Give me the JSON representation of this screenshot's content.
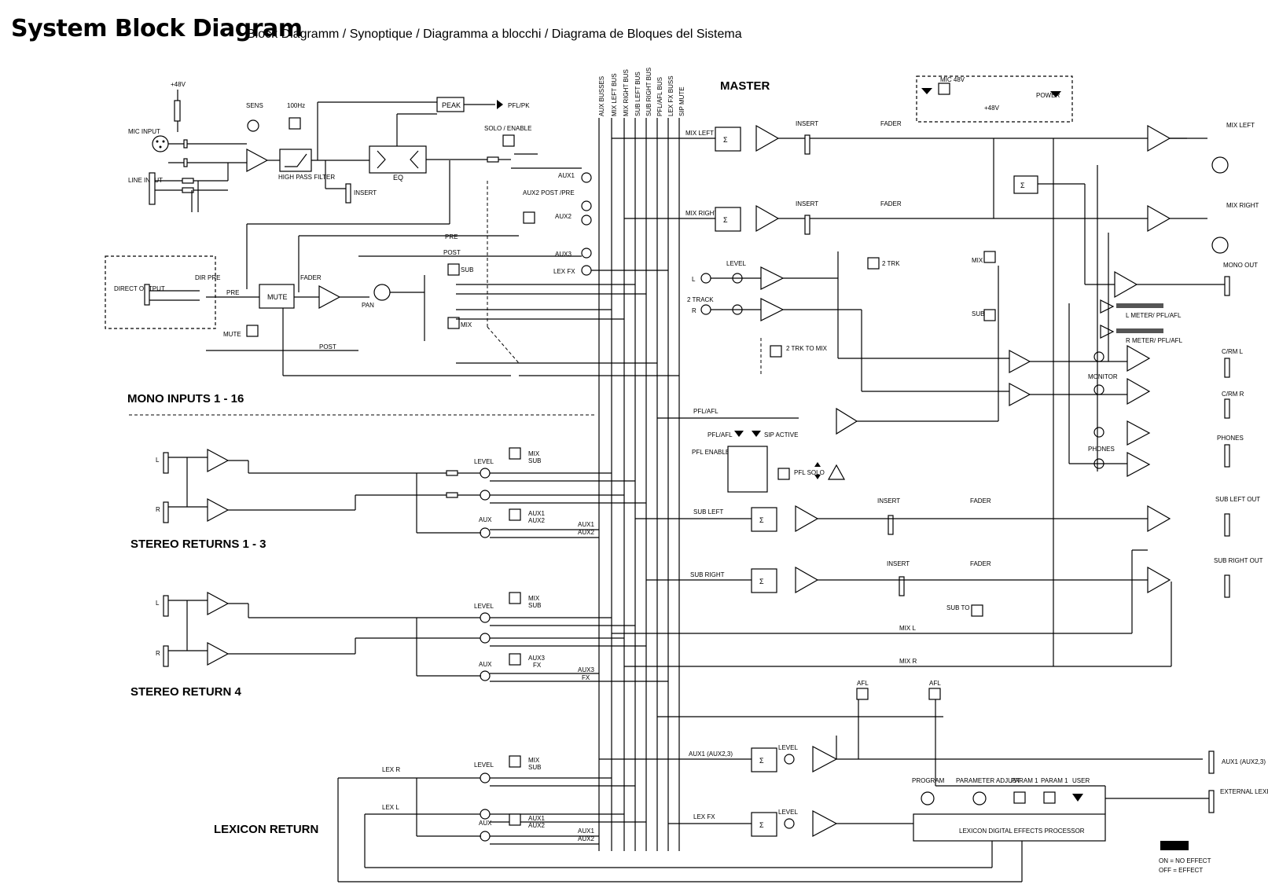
{
  "header": {
    "title": "System Block Diagram",
    "subtitle": "Block Diagramm / Synoptique / Diagramma a blocchi / Diagrama de Bloques del Sistema"
  },
  "sections": {
    "master": "MASTER",
    "mono_inputs": "MONO INPUTS 1 - 16",
    "stereo_returns_1_3": "STEREO RETURNS 1 - 3",
    "stereo_return_4": "STEREO RETURN 4",
    "lexicon_return": "LEXICON RETURN"
  },
  "busses": [
    "AUX BUSSES",
    "MIX LEFT BUS",
    "MIX RIGHT BUS",
    "SUB LEFT BUS",
    "SUB RIGHT BUS",
    "PFL/AFL BUS",
    "LEX FX BUSS",
    "SIP MUTE"
  ],
  "channel": {
    "plus48v": "+48V",
    "mic_input": "MIC INPUT",
    "line_input": "LINE INPUT",
    "sens": "SENS",
    "hz100": "100Hz",
    "hpf": "HIGH PASS FILTER",
    "peak": "PEAK",
    "pfl_pk": "PFL/PK",
    "solo_enable": "SOLO / ENABLE",
    "eq": "EQ",
    "insert": "INSERT",
    "aux1": "AUX1",
    "aux2": "AUX2",
    "aux2_post_pre": "AUX2 POST /PRE",
    "pre": "PRE",
    "post": "POST",
    "aux3": "AUX3",
    "lex_fx": "LEX FX",
    "sub": "SUB",
    "mix": "MIX",
    "direct_output": "DIRECT OUTPUT",
    "dir_pre": "DIR PRE",
    "mute": "MUTE",
    "fader": "FADER",
    "pan": "PAN"
  },
  "master": {
    "mic48v": "MIC 48V",
    "power": "POWER",
    "plus48v": "+48V",
    "mix_left": "MIX LEFT",
    "mix_right": "MIX RIGHT",
    "insert": "INSERT",
    "fader": "FADER",
    "mix_left_out": "MIX LEFT",
    "mix_right_out": "MIX RIGHT",
    "mono_out": "MONO OUT",
    "level": "LEVEL",
    "l": "L",
    "r": "R",
    "two_track": "2 TRACK",
    "two_trk": "2 TRK",
    "mix": "MIX",
    "sub": "SUB",
    "two_trk_to_mix": "2 TRK TO MIX",
    "l_meter": "L METER/ PFL/AFL",
    "r_meter": "R METER/ PFL/AFL",
    "crm_l": "C/RM L",
    "crm_r": "C/RM R",
    "monitor": "MONITOR",
    "phones_label": "PHONES",
    "phones_out": "PHONES",
    "pfl_afl": "PFL/AFL",
    "pfl_afl_led": "PFL/AFL",
    "sip_active": "SIP ACTIVE",
    "pfl_enable": "PFL ENABLE",
    "pfl_solo": "PFL SOLO",
    "sub_left": "SUB LEFT",
    "sub_right": "SUB RIGHT",
    "sub_left_out": "SUB LEFT OUT",
    "sub_right_out": "SUB RIGHT OUT",
    "sub_to_mix": "SUB TO MIX",
    "mix_l": "MIX L",
    "mix_r": "MIX R",
    "afl": "AFL",
    "aux1_23": "AUX1 (AUX2,3)",
    "aux1_23_out": "AUX1 (AUX2,3)",
    "lex_fx": "LEX FX",
    "program": "PROGRAM",
    "parameter_adjust": "PARAMETER ADJUST",
    "param1": "PARAM 1",
    "param1b": "PARAM 1",
    "user": "USER",
    "lexicon_dsp": "LEXICON DIGITAL EFFECTS PROCESSOR",
    "ext_lexicon": "EXTERNAL LEXICON FOOT SWITCH",
    "on_no_effect": "ON = NO EFFECT",
    "off_effect": "OFF = EFFECT"
  },
  "returns": {
    "l": "L",
    "r": "R",
    "level": "LEVEL",
    "aux": "AUX",
    "mix": "MIX",
    "sub": "SUB",
    "aux1": "AUX1",
    "aux2": "AUX2",
    "aux3": "AUX3",
    "fx": "FX",
    "lex_r": "LEX R",
    "lex_l": "LEX L"
  }
}
